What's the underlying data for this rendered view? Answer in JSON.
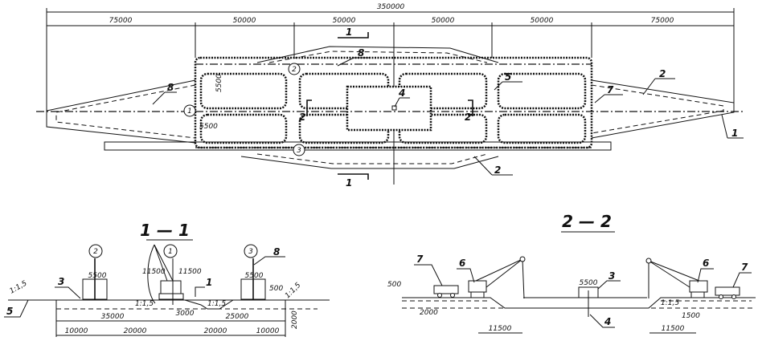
{
  "plan": {
    "overall_dim": "350000",
    "segment_dims": [
      "75000",
      "50000",
      "50000",
      "50000",
      "50000",
      "75000"
    ],
    "circled_labels": [
      "1",
      "2",
      "3"
    ],
    "callouts": {
      "c8a": "8",
      "c8b": "8",
      "c5": "5",
      "c4": "4",
      "c7": "7",
      "c2a": "2",
      "c2b": "2",
      "c1": "1"
    },
    "section_marks": {
      "s1_top": "1",
      "s1_bottom": "1",
      "s2_left": "2",
      "s2_right": "2"
    },
    "small_dims": {
      "v5500": "5500",
      "h5500": "5500"
    }
  },
  "section_1_1": {
    "title": "1 — 1",
    "circled_labels": [
      "2",
      "1",
      "3"
    ],
    "callouts": {
      "c3": "3",
      "c5": "5",
      "c8": "8",
      "c1": "1"
    },
    "dims": {
      "w5500a": "5500",
      "w5500b": "5500",
      "r11500a": "11500",
      "r11500b": "11500",
      "h500": "500",
      "s1": "1:1,5",
      "s2": "1:1,5",
      "s3": "1:1,5",
      "s4": "1:1,5",
      "d35000": "35000",
      "d3000": "3000",
      "d25000": "25000",
      "d2000": "2000",
      "b10000a": "10000",
      "b20000a": "20000",
      "b20000b": "20000",
      "b10000b": "10000"
    }
  },
  "section_2_2": {
    "title": "2 — 2",
    "callouts": {
      "c7a": "7",
      "c6a": "6",
      "c3": "3",
      "c6b": "6",
      "c7b": "7",
      "c4": "4"
    },
    "dims": {
      "h500": "500",
      "d2000": "2000",
      "w5500": "5500",
      "r11500a": "11500",
      "r11500b": "11500",
      "d1500": "1500",
      "slope": "1:1,5"
    }
  }
}
